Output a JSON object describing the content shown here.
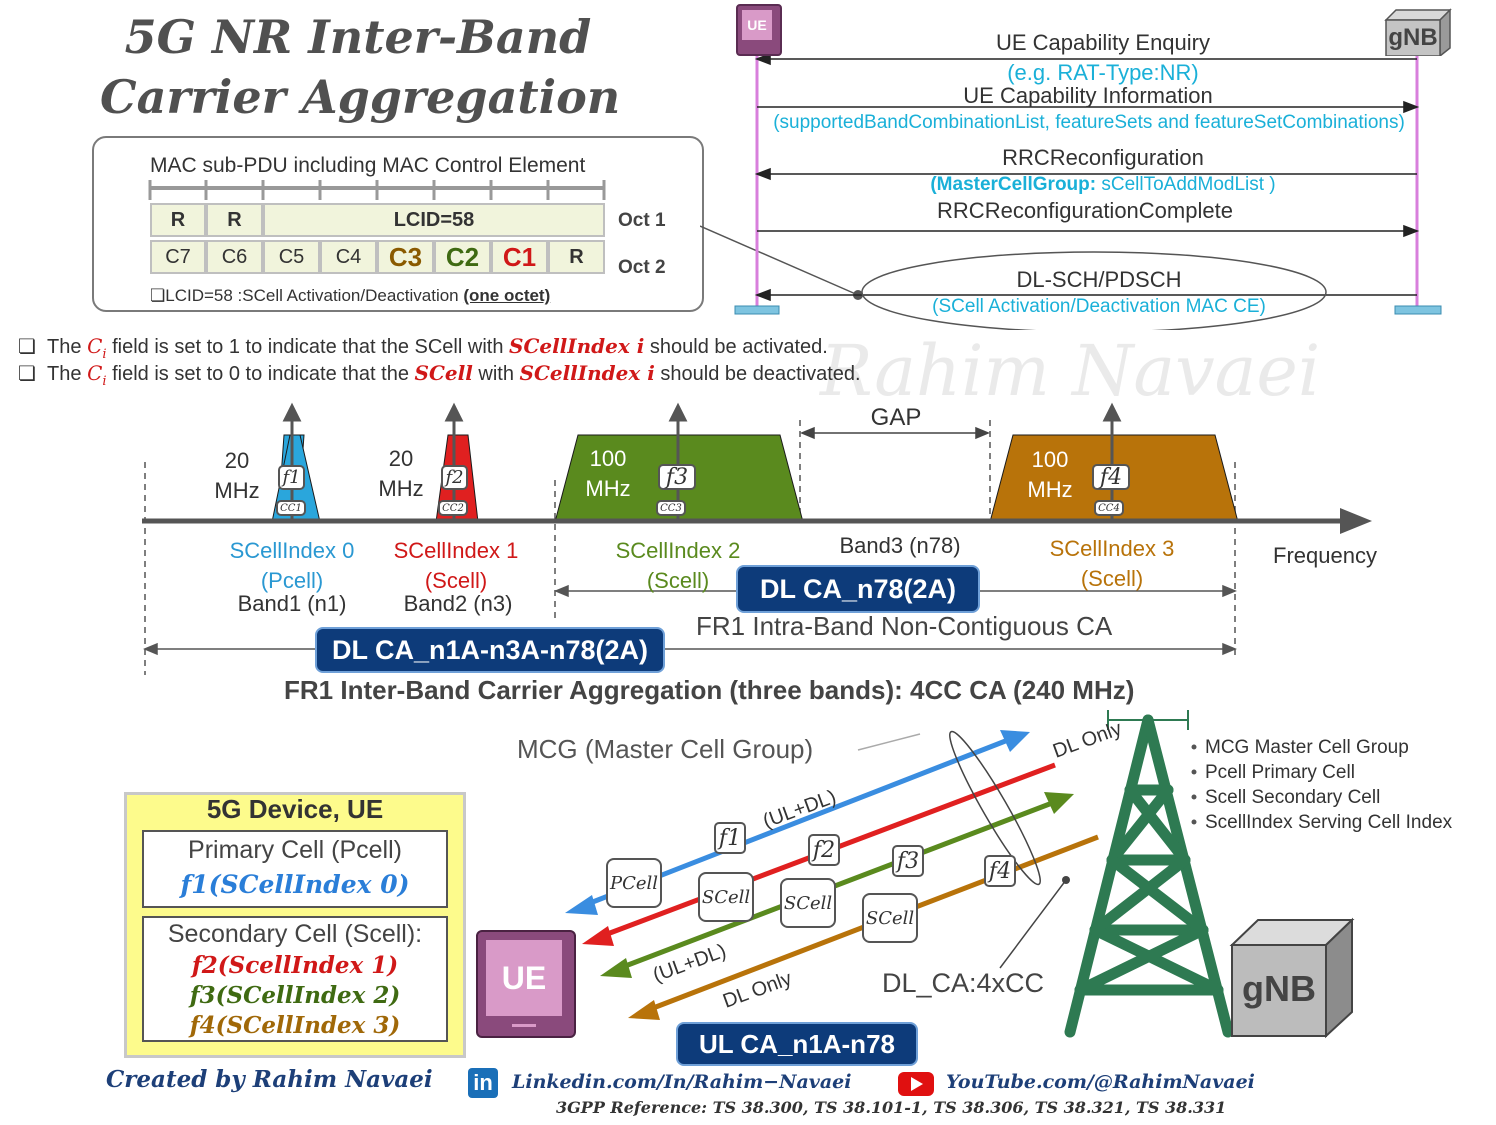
{
  "title": {
    "line1": "5G NR Inter-Band",
    "line2": "Carrier Aggregation"
  },
  "mac": {
    "header": "MAC sub-PDU  including  MAC Control  Element",
    "oct1": {
      "r1": "R",
      "r2": "R",
      "lcid": "LCID=58",
      "label": "Oct 1"
    },
    "oct2": {
      "cells": [
        "C7",
        "C6",
        "C5",
        "C4",
        "C3",
        "C2",
        "C1",
        "R"
      ],
      "label": "Oct 2"
    },
    "note_prefix": "❏LCID=58 :SCell Activation/Deactivation ",
    "note_emph": "(one octet)"
  },
  "bullets": {
    "b1": {
      "pre": "The ",
      "ci": "C",
      "sub": "i",
      "mid": " field is set to 1 to indicate that the SCell with ",
      "idx": "SCellIndex i",
      "post": " should  be activated."
    },
    "b2": {
      "pre": "The ",
      "ci": "C",
      "sub": "i",
      "mid": " field is set to 0 to indicate that the ",
      "scell": "SCell",
      "mid2": " with ",
      "idx": "SCellIndex i",
      "post": " should be deactivated."
    }
  },
  "signaling": {
    "ue_label": "UE",
    "gnb_label": "gNB",
    "messages": [
      {
        "name": "UE Capability Enquiry",
        "detail": "(e.g. RAT-Type:NR)"
      },
      {
        "name": "UE Capability Information",
        "detail": "(supportedBandCombinationList, featureSets and featureSetCombinations)"
      },
      {
        "name": "RRCReconfiguration",
        "detail_bold": "(MasterCellGroup:",
        "detail": " sCellToAddModList )"
      },
      {
        "name": "RRCReconfigurationComplete",
        "detail": ""
      },
      {
        "name": "DL-SCH/PDSCH",
        "detail": "(SCell Activation/Deactivation MAC CE)"
      }
    ]
  },
  "spectrum": {
    "gap": "GAP",
    "frequency": "Frequency",
    "carriers": [
      {
        "bw": "20",
        "unit": "MHz",
        "f": "f1",
        "cc": "CC1",
        "index": "SCellIndex 0",
        "role": "(Pcell)",
        "band": "Band1 (n1)",
        "color": "#2aa6dc"
      },
      {
        "bw": "20",
        "unit": "MHz",
        "f": "f2",
        "cc": "CC2",
        "index": "SCellIndex 1",
        "role": "(Scell)",
        "band": "Band2 (n3)",
        "color": "#e02020"
      },
      {
        "bw": "100",
        "unit": "MHz",
        "f": "f3",
        "cc": "CC3",
        "index": "SCellIndex 2",
        "role": "(Scell)",
        "band": "",
        "color": "#5a8a1e"
      },
      {
        "bw": "100",
        "unit": "MHz",
        "f": "f4",
        "cc": "CC4",
        "index": "SCellIndex 3",
        "role": "(Scell)",
        "band": "",
        "color": "#b8730a"
      }
    ],
    "band3": "Band3 (n78)",
    "intra_pill": "DL CA_n78(2A)",
    "intra_text": "FR1 Intra-Band Non-Contiguous CA",
    "inter_pill": "DL CA_n1A-n3A-n78(2A)",
    "inter_text": "FR1 Inter-Band Carrier Aggregation (three bands): 4CC CA (240 MHz)"
  },
  "bottom": {
    "mcg": "MCG (Master Cell Group)",
    "dl_only_top": "DL Only",
    "ul_dl_top": "(UL+DL)",
    "ul_dl_bottom": "(UL+DL)",
    "dl_only_bottom": "DL Only",
    "dl_ca": "DL_CA:4xCC",
    "pcell_box": "PCell",
    "scell_box": "SCell",
    "ul_pill": "UL CA_n1A-n78",
    "ue_label": "UE",
    "gnb_label": "gNB",
    "legend": [
      "MCG Master Cell Group",
      "Pcell Primary Cell",
      "Scell Secondary Cell",
      "ScellIndex Serving Cell Index"
    ],
    "device": {
      "title": "5G Device, UE",
      "primary_title": "Primary Cell (Pcell)",
      "primary_value": "f1(SCellIndex 0)",
      "secondary_title": "Secondary Cell (Scell):",
      "secondary_values": [
        "f2(ScellIndex 1)",
        "f3(SCellIndex 2)",
        "f4(SCellIndex 3)"
      ]
    }
  },
  "footer": {
    "created": "Created by Rahim Navaei",
    "linkedin": "Linkedin.com/In/Rahim−Navaei",
    "youtube": "YouTube.com/@RahimNavaei",
    "reference": "3GPP Reference: TS 38.300, TS 38.101-1, TS 38.306, TS 38.321, TS 38.331"
  },
  "colors": {
    "pink": "#d87fdc",
    "ue_purple": "#8a4a7c",
    "navy": "#0d3b7a",
    "cyan": "#1ab0d8",
    "tower": "#2e7a52"
  }
}
